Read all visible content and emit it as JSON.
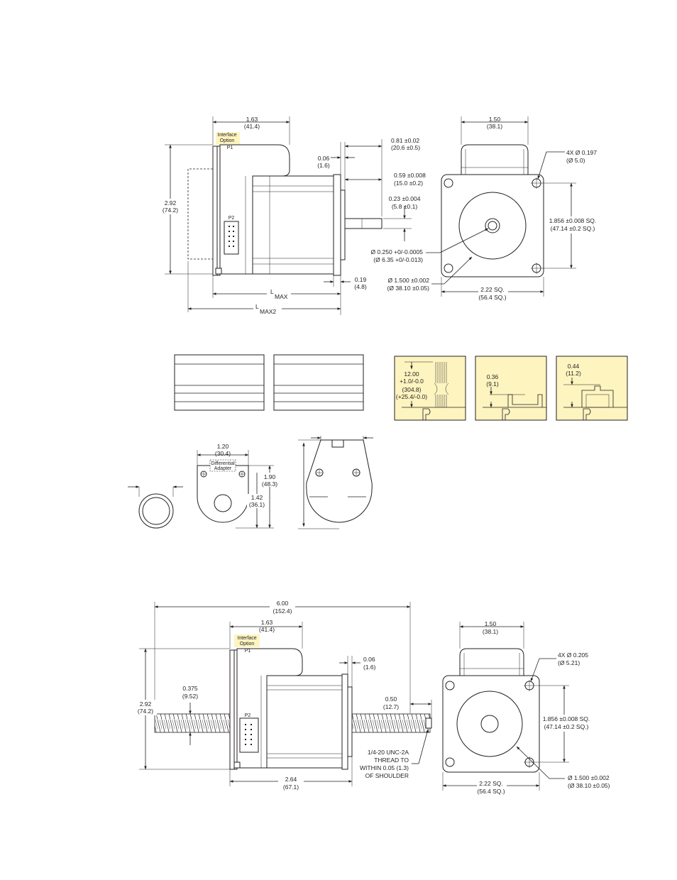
{
  "top_view": {
    "interface_label": [
      "Interface",
      "Option"
    ],
    "p1": "P1",
    "p2": "P2",
    "dim_width_top": [
      "1.63",
      "(41.4)"
    ],
    "dim_height": [
      "2.92",
      "(74.2)"
    ],
    "dim_flange": [
      "0.06",
      "(1.6)"
    ],
    "dim_shaft_len": [
      "0.81 ±0.02",
      "(20.6 ±0.5)"
    ],
    "dim_shaft_flat": [
      "0.59 ±0.008",
      "(15.0 ±0.2)"
    ],
    "dim_flat_depth": [
      "0.23 ±0.004",
      "(5.8 ±0.1)"
    ],
    "dim_shaft_dia": [
      "Ø 0.250 +0/-0.0005",
      "(Ø 6.35 +0/-0.013)"
    ],
    "dim_pilot_dia": [
      "Ø 1.500 ±0.002",
      "(Ø 38.10 ±0.05)"
    ],
    "dim_pilot_depth": [
      "0.19",
      "(4.8)"
    ],
    "lmax": [
      "L",
      "MAX"
    ],
    "lmax2": [
      "L",
      "MAX2"
    ]
  },
  "top_front": {
    "dim_width": [
      "1.50",
      "(38.1)"
    ],
    "dim_holes": [
      "4X Ø 0.197",
      "(Ø 5.0)"
    ],
    "dim_bolt": [
      "1.856 ±0.008 SQ.",
      "(47.14 ±0.2 SQ.)"
    ],
    "dim_square": [
      "2.22 SQ.",
      "(56.4 SQ.)"
    ]
  },
  "connectors": {
    "a": [
      "12.00",
      "+1.0/-0.0",
      "(304.8)",
      "(+25.4/-0.0)"
    ],
    "b": [
      "0.36",
      "(9.1)"
    ],
    "c": [
      "0.44",
      "(11.2)"
    ],
    "fill_color": "#fdf4c0"
  },
  "adapter": {
    "dim_width": [
      "1.20",
      "(30.4)"
    ],
    "label": [
      "Differential",
      "Adapter"
    ],
    "dim_h1": [
      "1.90",
      "(48.3)"
    ],
    "dim_h2": [
      "1.42",
      "(36.1)"
    ]
  },
  "bottom_view": {
    "dim_total": [
      "6.00",
      "(152.4)"
    ],
    "dim_width_top": [
      "1.63",
      "(41.4)"
    ],
    "interface_label": [
      "Interface",
      "Option"
    ],
    "p1": "P1",
    "p2": "P2",
    "dim_height": [
      "2.92",
      "(74.2)"
    ],
    "dim_screw": [
      "0.375",
      "(9.52)"
    ],
    "dim_flange": [
      "0.06",
      "(1.6)"
    ],
    "dim_end": [
      "0.50",
      "(12.7)"
    ],
    "thread": [
      "1/4-20 UNC-2A",
      "THREAD TO",
      "WITHIN 0.05 (1.3)",
      "OF SHOULDER"
    ],
    "dim_body": [
      "2.64",
      "(67.1)"
    ]
  },
  "bottom_front": {
    "dim_width": [
      "1.50",
      "(38.1)"
    ],
    "dim_holes": [
      "4X Ø 0.205",
      "(Ø 5.21)"
    ],
    "dim_bolt": [
      "1.856 ±0.008 SQ.",
      "(47.14 ±0.2 SQ.)"
    ],
    "dim_square": [
      "2.22 SQ.",
      "(56.4 SQ.)"
    ],
    "dim_pilot": [
      "Ø 1.500 ±0.002",
      "(Ø 38.10 ±0.05)"
    ]
  }
}
